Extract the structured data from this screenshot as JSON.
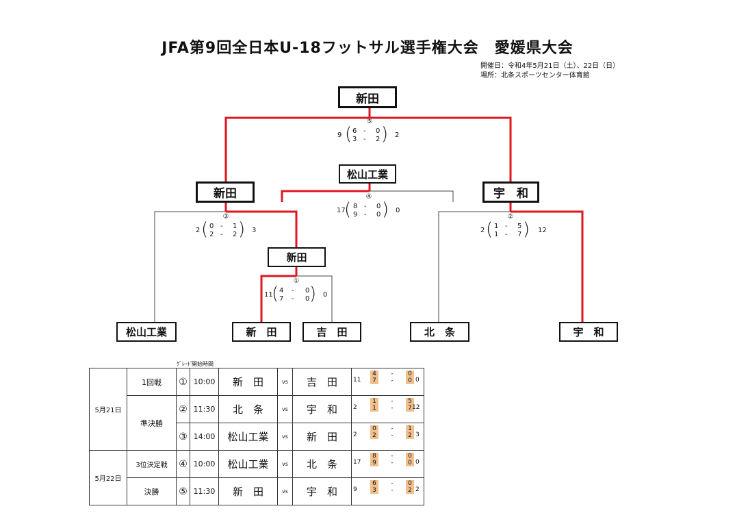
{
  "title": "JFA第9回全日本U-18フットサル選手権大会　愛媛県大会",
  "meta": {
    "dates": "開催日：令和4年5月21日（土）、22日（日）",
    "venue": "場所：北条スポーツセンター体育館"
  },
  "bracket": {
    "champion": "新田",
    "semi_left": "新田",
    "semi_right": "宇　和",
    "third_place_winner": "松山工業",
    "r1_winner": "新田",
    "teams": [
      "松山工業",
      "新　田",
      "吉　田",
      "北　条",
      "宇　和"
    ],
    "match5": {
      "no": "⑤",
      "left": "9",
      "right": "2",
      "r1": [
        "6",
        "-",
        "0"
      ],
      "r2": [
        "3",
        "-",
        "2"
      ]
    },
    "match4": {
      "no": "④",
      "left": "17",
      "right": "0",
      "r1": [
        "8",
        "-",
        "0"
      ],
      "r2": [
        "9",
        "-",
        "0"
      ]
    },
    "match3": {
      "no": "③",
      "left": "2",
      "right": "3",
      "r1": [
        "0",
        "-",
        "1"
      ],
      "r2": [
        "2",
        "-",
        "2"
      ]
    },
    "match2": {
      "no": "②",
      "left": "2",
      "right": "12",
      "r1": [
        "1",
        "-",
        "5"
      ],
      "r2": [
        "1",
        "-",
        "7"
      ]
    },
    "match1": {
      "no": "①",
      "left": "11",
      "right": "0",
      "r1": [
        "4",
        "-",
        "0"
      ],
      "r2": [
        "7",
        "-",
        "0"
      ]
    }
  },
  "schedule": {
    "header_no": "ｸﾞﾚｰﾄﾞ",
    "header_time": "開始時間",
    "day1": "5月21日",
    "day2": "5月22日",
    "rows": [
      {
        "round": "1回戦",
        "no": "①",
        "time": "10:00",
        "home": "新　田",
        "vs": "vs",
        "away": "吉　田",
        "hs": "11",
        "s1": [
          "4",
          "-",
          "0"
        ],
        "s2": [
          "7",
          "-",
          "0"
        ],
        "as": "0"
      },
      {
        "round": "準決勝",
        "no": "②",
        "time": "11:30",
        "home": "北　条",
        "vs": "vs",
        "away": "宇　和",
        "hs": "2",
        "s1": [
          "1",
          "-",
          "5"
        ],
        "s2": [
          "1",
          "-",
          "7"
        ],
        "as": "12"
      },
      {
        "round": "",
        "no": "③",
        "time": "14:00",
        "home": "松山工業",
        "vs": "vs",
        "away": "新　田",
        "hs": "2",
        "s1": [
          "0",
          "-",
          "1"
        ],
        "s2": [
          "2",
          "-",
          "2"
        ],
        "as": "3"
      },
      {
        "round": "3位決定戦",
        "no": "④",
        "time": "10:00",
        "home": "松山工業",
        "vs": "vs",
        "away": "北　条",
        "hs": "17",
        "s1": [
          "8",
          "-",
          "0"
        ],
        "s2": [
          "9",
          "-",
          "0"
        ],
        "as": "0"
      },
      {
        "round": "決勝",
        "no": "⑤",
        "time": "11:30",
        "home": "新　田",
        "vs": "vs",
        "away": "宇　和",
        "hs": "9",
        "s1": [
          "6",
          "-",
          "0"
        ],
        "s2": [
          "3",
          "-",
          "2"
        ],
        "as": "2"
      }
    ]
  },
  "colors": {
    "winner_line": "#e0161f",
    "line": "#444444",
    "score_fill": "#f2c08c"
  }
}
